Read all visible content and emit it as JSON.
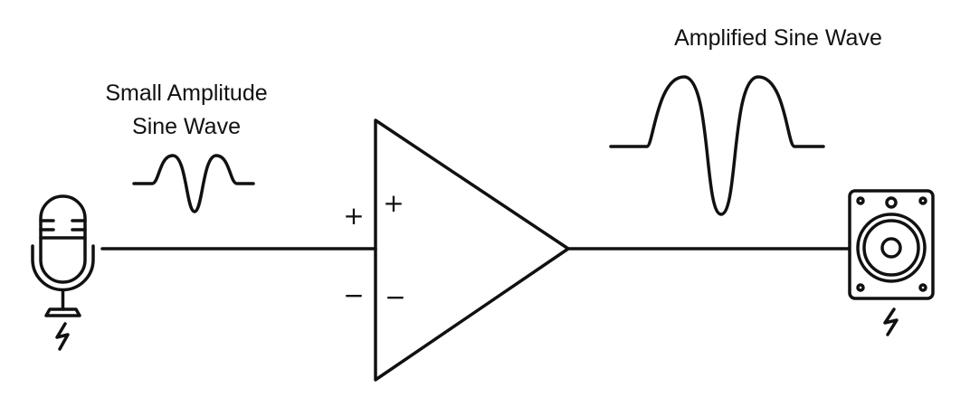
{
  "labels": {
    "input_wave": [
      "Small Amplitude",
      "Sine Wave"
    ],
    "output_wave": "Amplified Sine Wave"
  },
  "amplifier": {
    "inputs": {
      "outer_plus": "+",
      "inner_plus": "+",
      "outer_minus": "−",
      "inner_minus": "−"
    }
  },
  "components": {
    "source": "microphone-icon",
    "amplifier": "op-amp-triangle",
    "sink": "speaker-icon"
  },
  "colors": {
    "stroke": "#111111",
    "background": "#ffffff"
  }
}
